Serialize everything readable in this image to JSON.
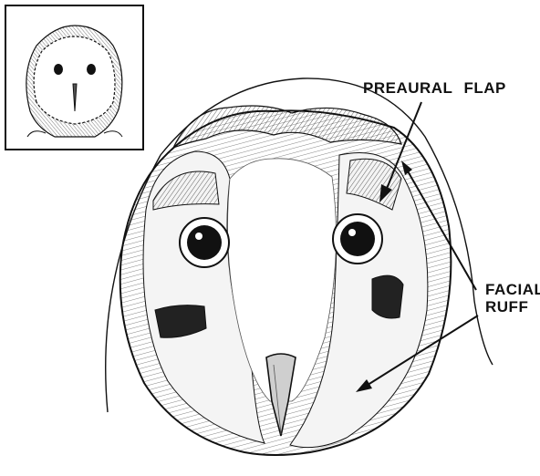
{
  "labels": {
    "preaural_word1": "PREAURAL",
    "preaural_word2": "FLAP",
    "facial_line1": "FACIAL",
    "facial_line2": "RUFF"
  },
  "colors": {
    "ink": "#111111",
    "background": "#ffffff"
  }
}
